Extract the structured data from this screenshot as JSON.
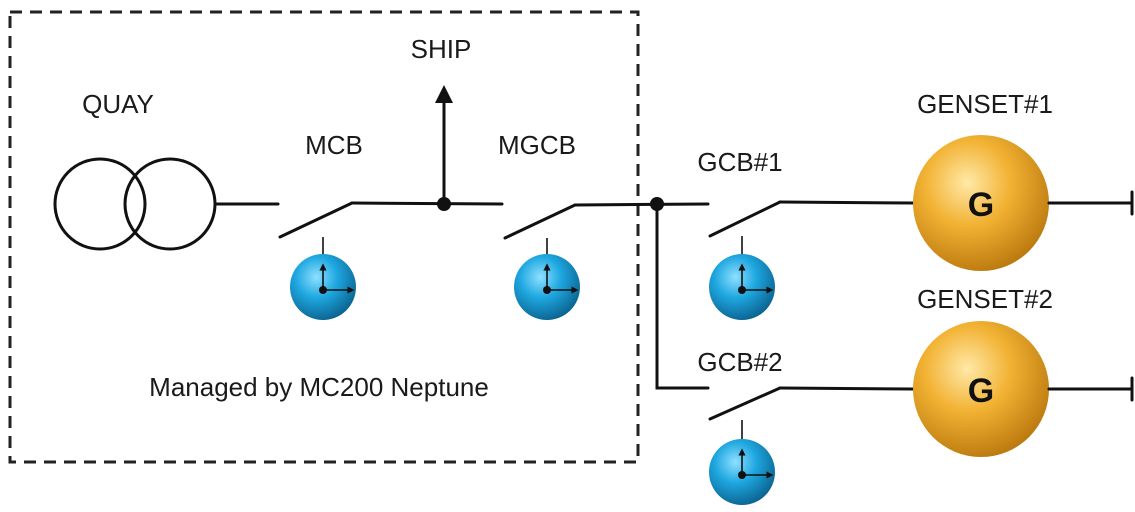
{
  "labels": {
    "quay": "QUAY",
    "ship": "SHIP",
    "mcb": "MCB",
    "mgcb": "MGCB",
    "gcb1": "GCB#1",
    "gcb2": "GCB#2",
    "genset1": "GENSET#1",
    "genset2": "GENSET#2",
    "managed": "Managed by MC200 Neptune"
  },
  "generator_symbol": "G",
  "colors": {
    "line": "#111111",
    "relay_blue": "#1ea7e0",
    "generator_gold": "#f2b233",
    "dashed_box": "#222222"
  }
}
